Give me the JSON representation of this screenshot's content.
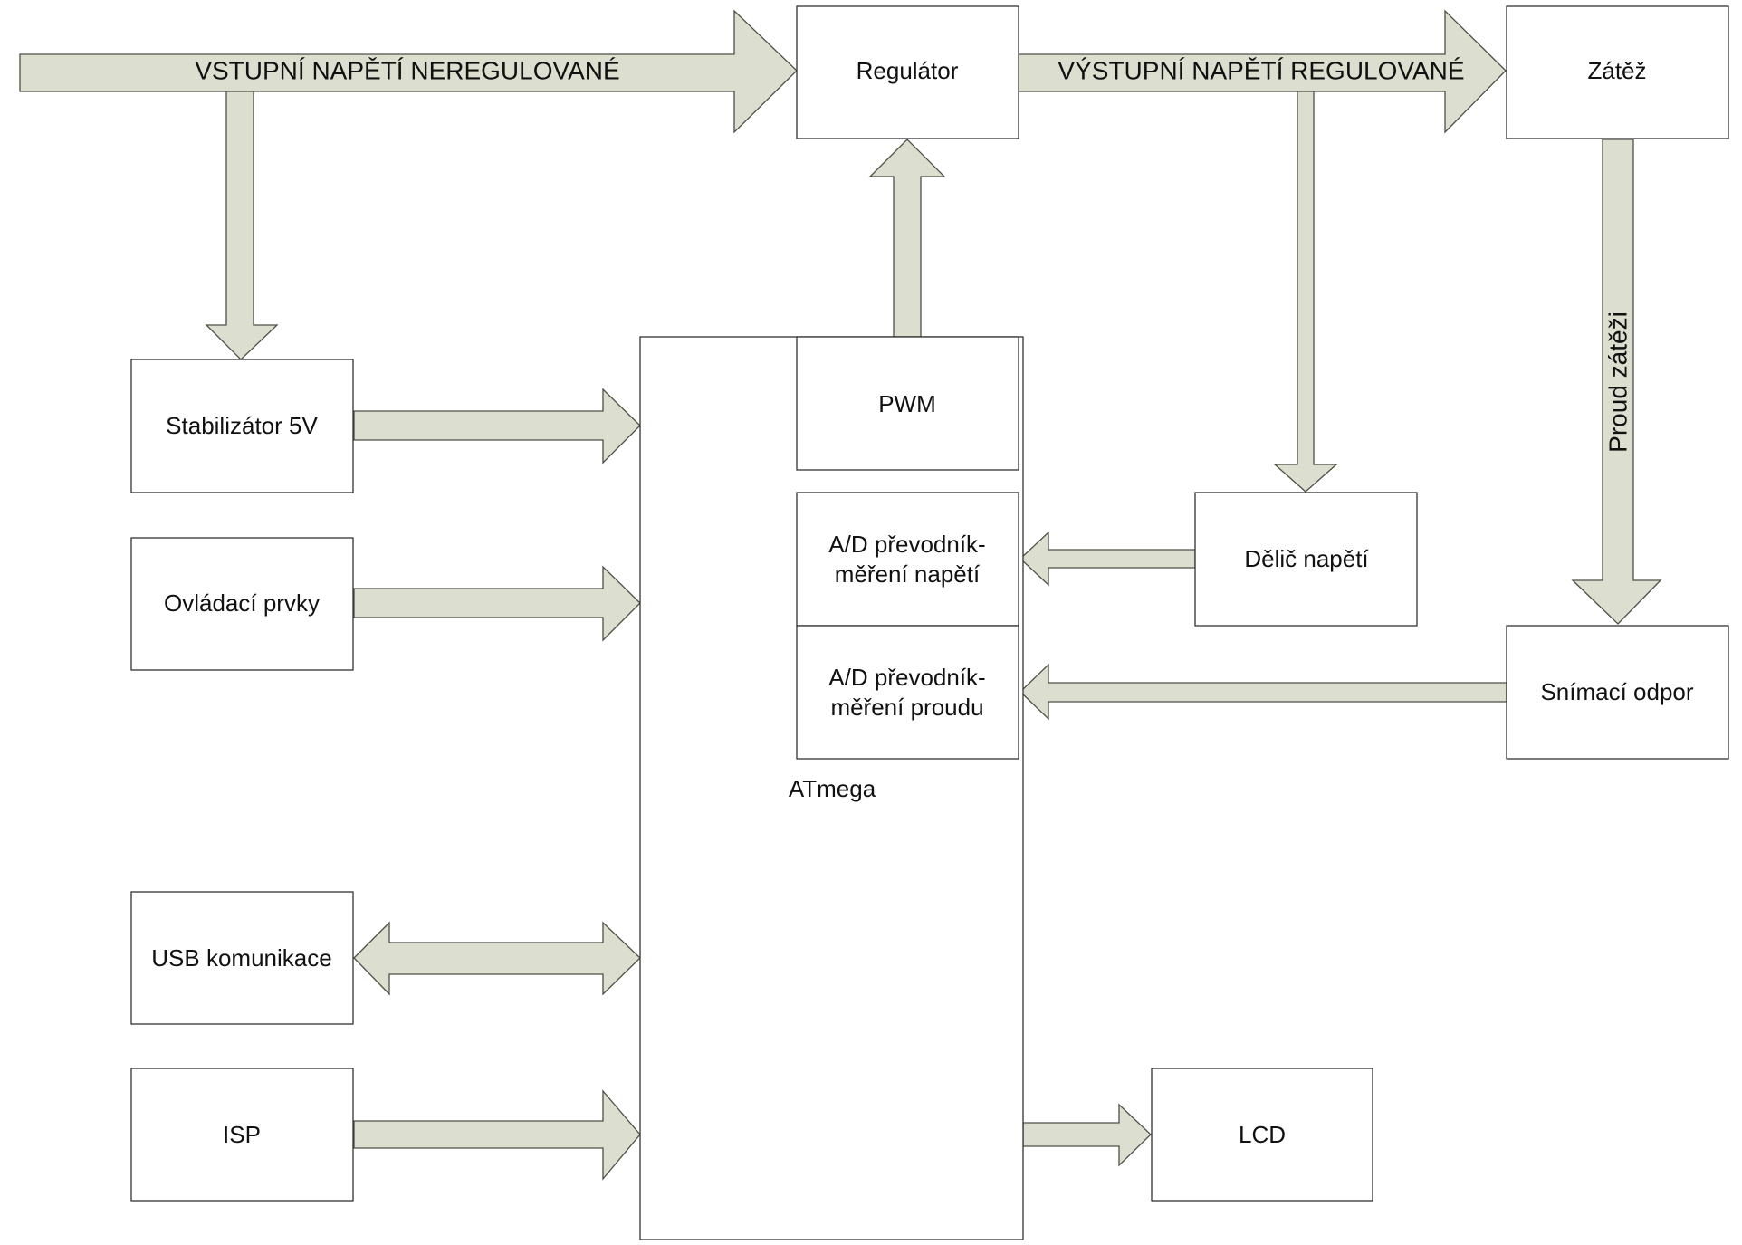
{
  "colors": {
    "arrow_fill": "#dcdfd0",
    "arrow_stroke": "#4f4f47",
    "box_stroke": "#333333",
    "text": "#111111"
  },
  "blocks": {
    "regulator": "Regulátor",
    "load": "Zátěž",
    "stabilizer": "Stabilizátor 5V",
    "controls": "Ovládací prvky",
    "usb": "USB komunikace",
    "isp": "ISP",
    "pwm": "PWM",
    "adc_voltage": [
      "A/D převodník-",
      "měření napětí"
    ],
    "adc_current": [
      "A/D převodník-",
      "měření proudu"
    ],
    "atmega": "ATmega",
    "divider": "Dělič napětí",
    "shunt": "Snímací odpor",
    "lcd": "LCD"
  },
  "arrows": {
    "input_unregulated": "VSTUPNÍ NAPĚTÍ NEREGULOVANÉ",
    "output_regulated": "VÝSTUPNÍ NAPĚTÍ REGULOVANÉ",
    "load_current": "Proud zátěži"
  }
}
